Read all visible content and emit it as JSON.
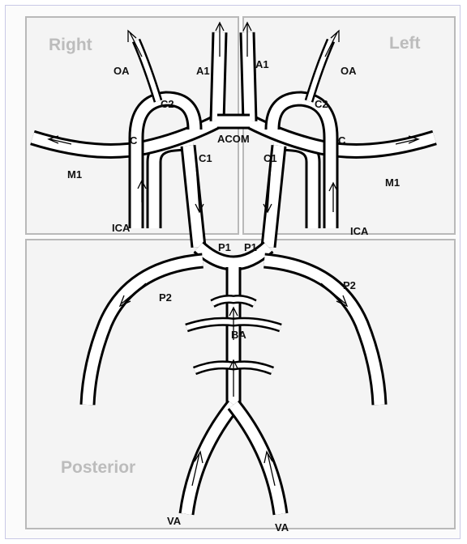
{
  "regions": {
    "right": {
      "title": "Right"
    },
    "left": {
      "title": "Left"
    },
    "posterior": {
      "title": "Posterior"
    }
  },
  "labels": {
    "oa_right": "OA",
    "oa_left": "OA",
    "a1_right": "A1",
    "a1_left": "A1",
    "c2_right": "C2",
    "c2_left": "C2",
    "c_right": "C",
    "c_left": "C",
    "acom": "ACOM",
    "c1_right": "C1",
    "c1_left": "C1",
    "m1_right": "M1",
    "m1_left": "M1",
    "ica_right": "ICA",
    "ica_left": "ICA",
    "p1_right": "P1",
    "p1_left": "P1",
    "p2_right": "P2",
    "p2_left": "P2",
    "ba": "BA",
    "va_right": "VA",
    "va_left": "VA"
  },
  "colors": {
    "region_fill": "#f4f4f4",
    "region_border": "#b9b9b9",
    "region_title": "#bcbcbc",
    "vessel_stroke": "#000000",
    "outer_border": "#c9c9e6"
  }
}
